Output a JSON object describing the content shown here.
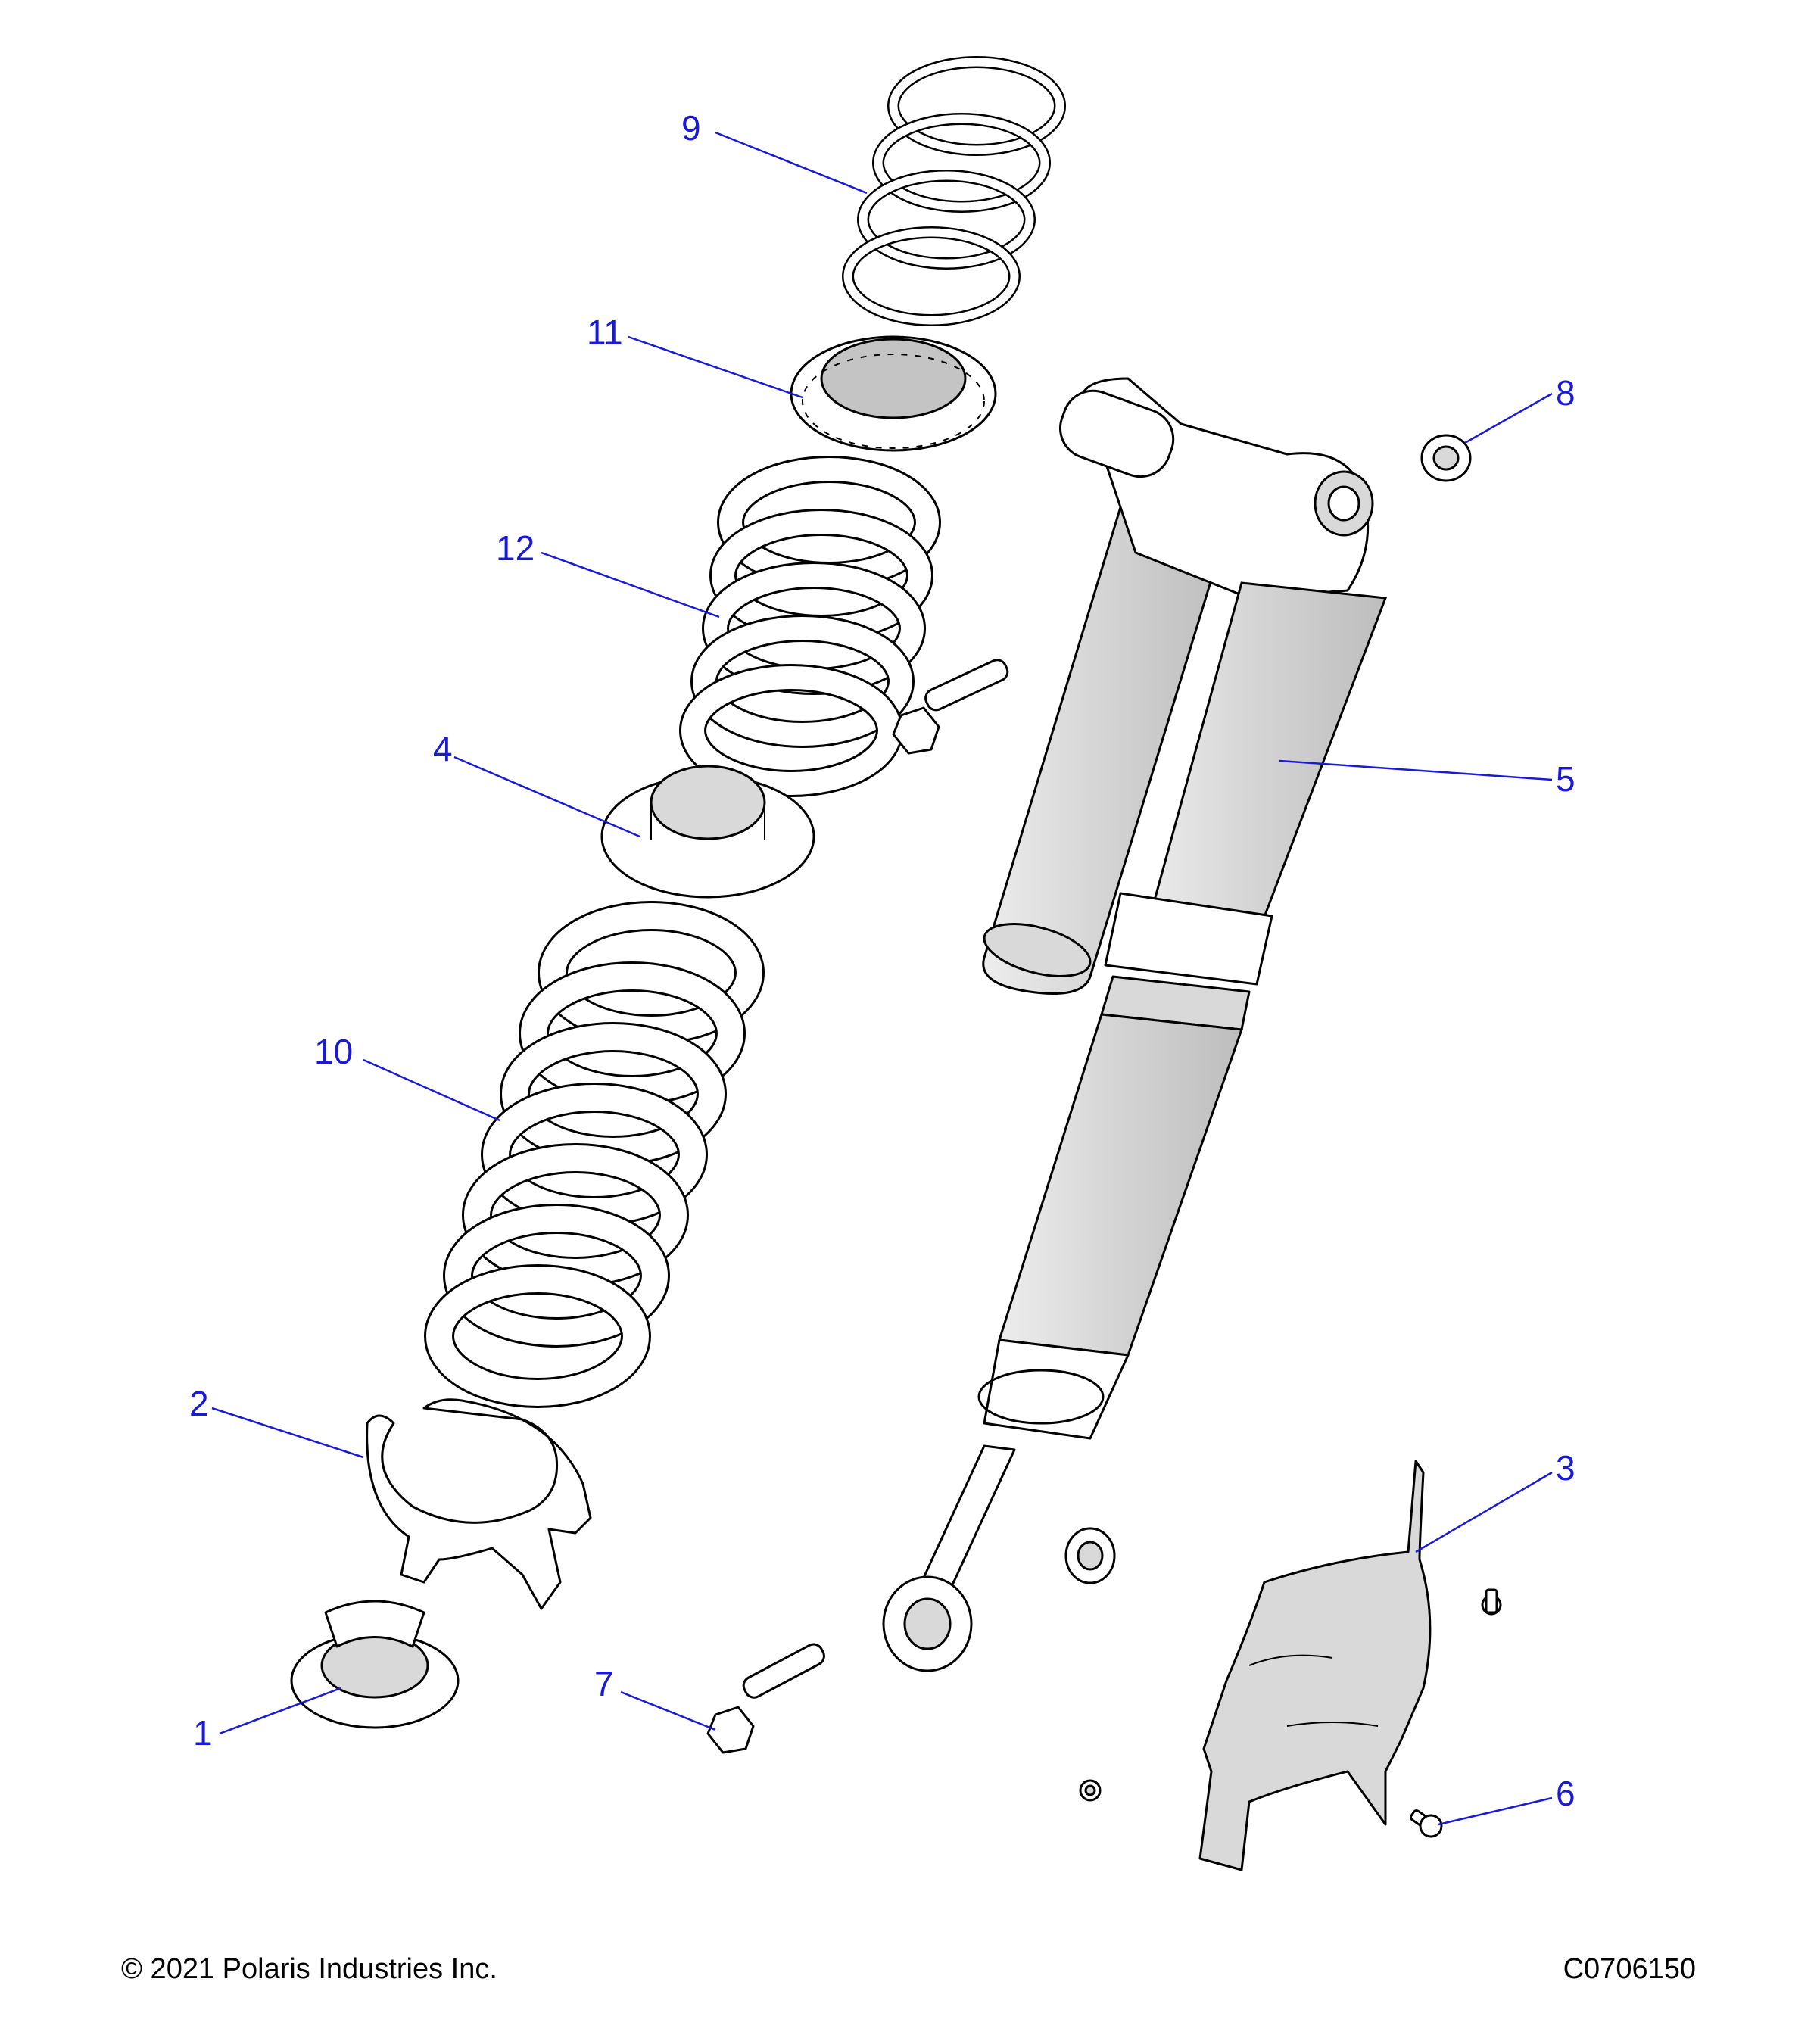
{
  "callouts": [
    {
      "id": "1",
      "label": "1"
    },
    {
      "id": "2",
      "label": "2"
    },
    {
      "id": "3",
      "label": "3"
    },
    {
      "id": "4",
      "label": "4"
    },
    {
      "id": "5",
      "label": "5"
    },
    {
      "id": "6",
      "label": "6"
    },
    {
      "id": "7",
      "label": "7"
    },
    {
      "id": "8",
      "label": "8"
    },
    {
      "id": "9",
      "label": "9"
    },
    {
      "id": "10",
      "label": "10"
    },
    {
      "id": "11",
      "label": "11"
    },
    {
      "id": "12",
      "label": "12"
    }
  ],
  "footer": {
    "copyright": "© 2021 Polaris Industries Inc.",
    "drawing_number": "C0706150"
  },
  "colors": {
    "callout": "#1a1ad6",
    "part_fill": "#d9d9d9",
    "outline": "#000000"
  }
}
